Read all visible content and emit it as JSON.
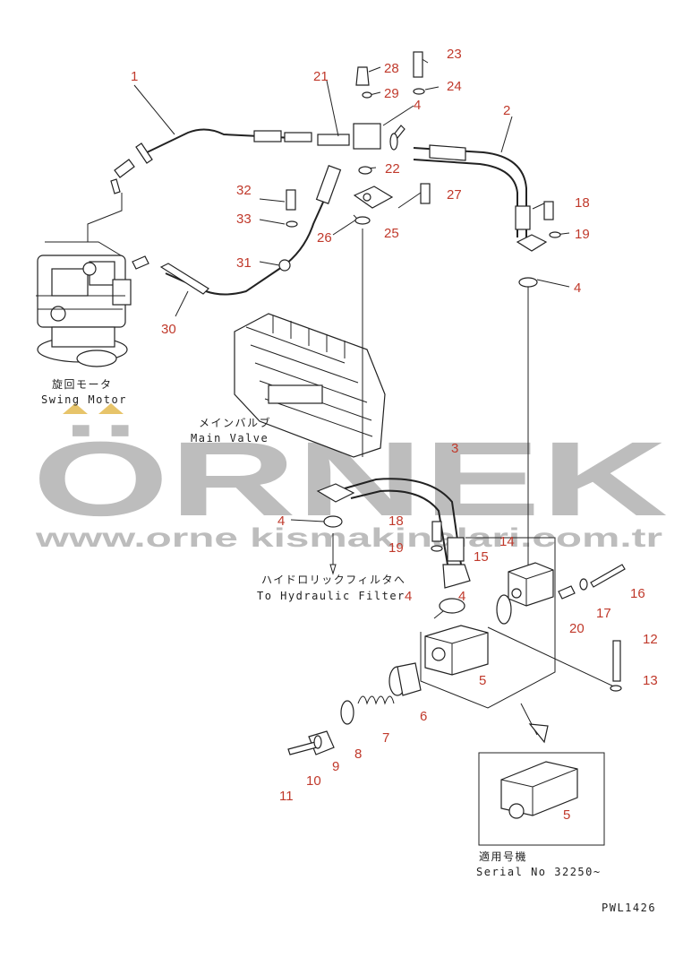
{
  "watermark": {
    "brand": "ÖRNEK",
    "url": "www.orne kismakinalari.com.tr"
  },
  "labels": {
    "swing_motor_jp": "旋回モータ",
    "swing_motor_en": "Swing Motor",
    "main_valve_jp": "メインバルブ",
    "main_valve_en": "Main Valve",
    "hyd_filter_jp": "ハイドロリックフィルタへ",
    "hyd_filter_en": "To Hydraulic Filter",
    "serial_jp": "適用号機",
    "serial_en": "Serial No 32250~",
    "drawing_code": "PWL1426"
  },
  "callouts": [
    "1",
    "2",
    "3",
    "4",
    "4",
    "4",
    "4",
    "4",
    "5",
    "5",
    "6",
    "7",
    "8",
    "9",
    "10",
    "11",
    "12",
    "13",
    "14",
    "15",
    "16",
    "17",
    "18",
    "18",
    "19",
    "19",
    "20",
    "21",
    "22",
    "23",
    "24",
    "25",
    "26",
    "27",
    "28",
    "29",
    "30",
    "31",
    "32",
    "33"
  ],
  "colors": {
    "callout": "#c0392b",
    "line": "#222222",
    "watermark": "#bdbdbd"
  }
}
